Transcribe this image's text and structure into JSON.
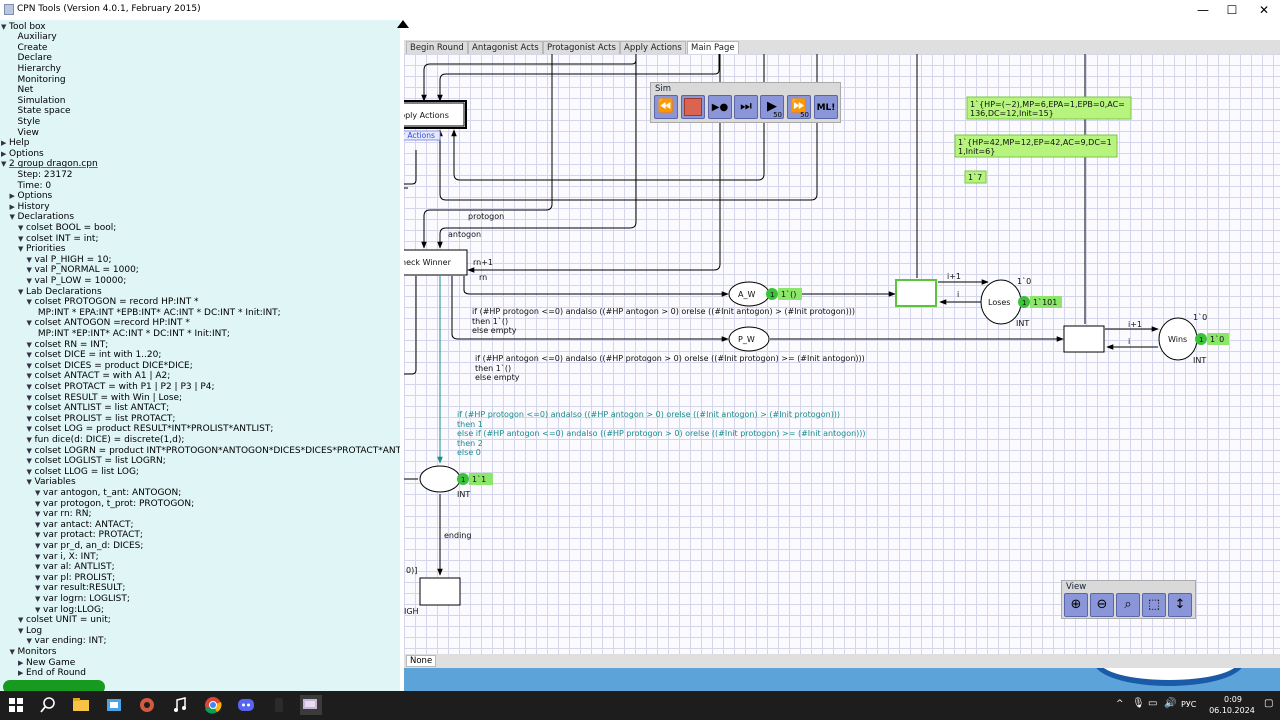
{
  "window": {
    "title": "CPN Tools (Version 4.0.1, February 2015)",
    "controls": [
      "minimize-icon",
      "maximize-icon",
      "close-icon"
    ]
  },
  "tree": [
    {
      "label": "Tool box",
      "indent": 0,
      "tw": "open"
    },
    {
      "label": "Auxiliary",
      "indent": 1,
      "tw": ""
    },
    {
      "label": "Create",
      "indent": 1,
      "tw": ""
    },
    {
      "label": "Declare",
      "indent": 1,
      "tw": ""
    },
    {
      "label": "Hierarchy",
      "indent": 1,
      "tw": ""
    },
    {
      "label": "Monitoring",
      "indent": 1,
      "tw": ""
    },
    {
      "label": "Net",
      "indent": 1,
      "tw": ""
    },
    {
      "label": "Simulation",
      "indent": 1,
      "tw": ""
    },
    {
      "label": "State space",
      "indent": 1,
      "tw": ""
    },
    {
      "label": "Style",
      "indent": 1,
      "tw": ""
    },
    {
      "label": "View",
      "indent": 1,
      "tw": ""
    },
    {
      "label": "Help",
      "indent": 0,
      "tw": "closed"
    },
    {
      "label": "Options",
      "indent": 0,
      "tw": "closed"
    },
    {
      "label": "2 group dragon.cpn",
      "indent": 0,
      "tw": "open",
      "ul": true
    },
    {
      "label": "Step: 23172",
      "indent": 1,
      "tw": ""
    },
    {
      "label": "Time: 0",
      "indent": 1,
      "tw": ""
    },
    {
      "label": "Options",
      "indent": 1,
      "tw": "closed"
    },
    {
      "label": "History",
      "indent": 1,
      "tw": "closed"
    },
    {
      "label": "Declarations",
      "indent": 1,
      "tw": "open"
    },
    {
      "label": "colset BOOL = bool;",
      "indent": 2,
      "tw": "open"
    },
    {
      "label": "colset INT = int;",
      "indent": 2,
      "tw": "open"
    },
    {
      "label": "Priorities",
      "indent": 2,
      "tw": "open"
    },
    {
      "label": "val P_HIGH = 10;",
      "indent": 3,
      "tw": "open"
    },
    {
      "label": "val P_NORMAL = 1000;",
      "indent": 3,
      "tw": "open"
    },
    {
      "label": "val P_LOW = 10000;",
      "indent": 3,
      "tw": "open"
    },
    {
      "label": "Lab Declarations",
      "indent": 2,
      "tw": "open"
    },
    {
      "label": "colset PROTOGON = record HP:INT *",
      "indent": 3,
      "tw": "open"
    },
    {
      "label": "MP:INT * EPA:INT *EPB:INT* AC:INT * DC:INT * Init:INT;",
      "indent": 3.4,
      "tw": ""
    },
    {
      "label": "colset ANTOGON =record HP:INT *",
      "indent": 3,
      "tw": "open"
    },
    {
      "label": "MP:INT *EP:INT* AC:INT * DC:INT * Init:INT;",
      "indent": 3.4,
      "tw": ""
    },
    {
      "label": "colset RN = INT;",
      "indent": 3,
      "tw": "open"
    },
    {
      "label": "colset DICE = int with 1..20;",
      "indent": 3,
      "tw": "open"
    },
    {
      "label": "colset DICES = product DICE*DICE;",
      "indent": 3,
      "tw": "open"
    },
    {
      "label": "colset ANTACT = with A1 | A2;",
      "indent": 3,
      "tw": "open"
    },
    {
      "label": "colset PROTACT = with P1 | P2 | P3 | P4;",
      "indent": 3,
      "tw": "open"
    },
    {
      "label": "colset RESULT = with Win | Lose;",
      "indent": 3,
      "tw": "open"
    },
    {
      "label": "colset ANTLIST = list ANTACT;",
      "indent": 3,
      "tw": "open"
    },
    {
      "label": "colset PROLIST = list PROTACT;",
      "indent": 3,
      "tw": "open"
    },
    {
      "label": "colset LOG = product RESULT*INT*PROLIST*ANTLIST;",
      "indent": 3,
      "tw": "open"
    },
    {
      "label": "fun dice(d: DICE) = discrete(1,d);",
      "indent": 3,
      "tw": "open"
    },
    {
      "label": "colset LOGRN = product INT*PROTOGON*ANTOGON*DICES*DICES*PROTACT*ANTACT;",
      "indent": 3,
      "tw": "open"
    },
    {
      "label": "colset LOGLIST = list LOGRN;",
      "indent": 3,
      "tw": "open"
    },
    {
      "label": "colset LLOG = list LOG;",
      "indent": 3,
      "tw": "open"
    },
    {
      "label": "Variables",
      "indent": 3,
      "tw": "open"
    },
    {
      "label": "var antogon, t_ant: ANTOGON;",
      "indent": 4,
      "tw": "open"
    },
    {
      "label": "var protogon, t_prot: PROTOGON;",
      "indent": 4,
      "tw": "open"
    },
    {
      "label": "var rn: RN;",
      "indent": 4,
      "tw": "open"
    },
    {
      "label": "var antact: ANTACT;",
      "indent": 4,
      "tw": "open"
    },
    {
      "label": "var protact: PROTACT;",
      "indent": 4,
      "tw": "open"
    },
    {
      "label": "var pr_d, an_d: DICES;",
      "indent": 4,
      "tw": "open"
    },
    {
      "label": "var i, X: INT;",
      "indent": 4,
      "tw": "open"
    },
    {
      "label": "var al: ANTLIST;",
      "indent": 4,
      "tw": "open"
    },
    {
      "label": "var pl: PROLIST;",
      "indent": 4,
      "tw": "open"
    },
    {
      "label": "var result:RESULT;",
      "indent": 4,
      "tw": "open"
    },
    {
      "label": "var logrn: LOGLIST;",
      "indent": 4,
      "tw": "open"
    },
    {
      "label": "var log:LLOG;",
      "indent": 4,
      "tw": "open"
    },
    {
      "label": "colset UNIT = unit;",
      "indent": 2,
      "tw": "open"
    },
    {
      "label": "Log",
      "indent": 2,
      "tw": "open"
    },
    {
      "label": "var ending: INT;",
      "indent": 3,
      "tw": "open"
    },
    {
      "label": "Monitors",
      "indent": 1,
      "tw": "open"
    },
    {
      "label": "New Game",
      "indent": 2,
      "tw": "closed"
    },
    {
      "label": "End of Round",
      "indent": 2,
      "tw": "closed"
    }
  ],
  "tabs": [
    {
      "label": "Begin Round",
      "active": false
    },
    {
      "label": "Antagonist Acts",
      "active": false
    },
    {
      "label": "Protagonist Acts",
      "active": false
    },
    {
      "label": "Apply Actions",
      "active": false
    },
    {
      "label": "Main Page",
      "active": true
    }
  ],
  "status_tab": "None",
  "sim_panel": {
    "title": "Sim",
    "buttons": [
      {
        "icon": "rewind-icon",
        "glyph": "⏪",
        "sub": ""
      },
      {
        "icon": "stop-icon",
        "glyph": "",
        "sub": ""
      },
      {
        "icon": "play-single-icon",
        "glyph": "▶●",
        "sub": ""
      },
      {
        "icon": "step-icon",
        "glyph": "⏭",
        "sub": ""
      },
      {
        "icon": "play-icon",
        "glyph": "▶",
        "sub": "50"
      },
      {
        "icon": "fast-forward-icon",
        "glyph": "⏩",
        "sub": "50"
      },
      {
        "icon": "ml-icon",
        "glyph": "ML!",
        "sub": ""
      }
    ]
  },
  "view_panel": {
    "title": "View",
    "buttons": [
      "zoom-in-icon",
      "zoom-out-icon",
      "fit-icon",
      "fit-selection-icon",
      "tidy-icon"
    ]
  },
  "net": {
    "transitions": {
      "apply_actions": "pply Actions",
      "apply_actions_tag": "r Actions",
      "check_winner": "heck Winner"
    },
    "places": {
      "a_w": "A_W",
      "p_w": "P_W",
      "loses": "Loses",
      "wins": "Wins"
    },
    "arc_labels": {
      "protogon": "protogon",
      "antogon": "antogon",
      "rn_plus_1": "rn+1",
      "rn": "rn",
      "i_plus_1_a": "i+1",
      "i_a": "i",
      "i_plus_1_b": "i+1",
      "i_b": "i",
      "ending": "ending"
    },
    "types": {
      "loses": "INT",
      "wins": "INT",
      "ending_place": "INT"
    },
    "init_marks": {
      "loses": "1`0",
      "wins": "1`0"
    },
    "tokens": {
      "a_w": {
        "count": "1",
        "value": "1`()"
      },
      "loses": {
        "count": "1",
        "value": "1`101"
      },
      "wins": {
        "count": "1",
        "value": "1`0"
      },
      "ending_place": {
        "count": "1",
        "value": "1`1"
      }
    },
    "markings": [
      "1`{HP=(~2),MP=6,EPA=1,EPB=0,AC=",
      "136,DC=12,Init=15}",
      "1`{HP=42,MP=12,EP=42,AC=9,DC=1",
      "1,Init=6}",
      "1`7"
    ],
    "expr_aw": [
      "if (#HP protogon <=0) andalso ((#HP antogon > 0) orelse ((#Init antogon) > (#Init protogon)))",
      "then 1`()",
      "else empty"
    ],
    "expr_pw": [
      "if (#HP antogon <=0) andalso ((#HP protogon > 0) orelse ((#Init protogon) >= (#Init antogon)))",
      "then 1`()",
      "else empty"
    ],
    "expr_end": [
      "if (#HP protogon <=0) andalso ((#HP antogon > 0) orelse ((#Init antogon) > (#Init protogon)))",
      "then 1",
      "else if (#HP antogon <=0) andalso ((#HP protogon > 0) orelse ((#Init protogon) >= (#Init antogon)))",
      "then 2",
      "else 0"
    ],
    "left_fragments": {
      "bracket": "0)]",
      "priority": "IGH"
    }
  },
  "taskbar": {
    "icons": [
      "windows-start-icon",
      "search-icon",
      "file-explorer-icon",
      "store-icon",
      "settings-icon",
      "music-icon",
      "chrome-icon",
      "discord-icon",
      "app-icon",
      "cpn-tools-icon"
    ],
    "lang": "РУС",
    "time": "0:09",
    "date": "06.10.2024"
  },
  "colors": {
    "tree_bg": "#dff5f6",
    "token_green": "#8ce66a",
    "token_count": "#3cc13c",
    "marking_green": "#b7f47e",
    "sim_button": "#8a96d8",
    "teal_arc": "#1b8c8c"
  }
}
